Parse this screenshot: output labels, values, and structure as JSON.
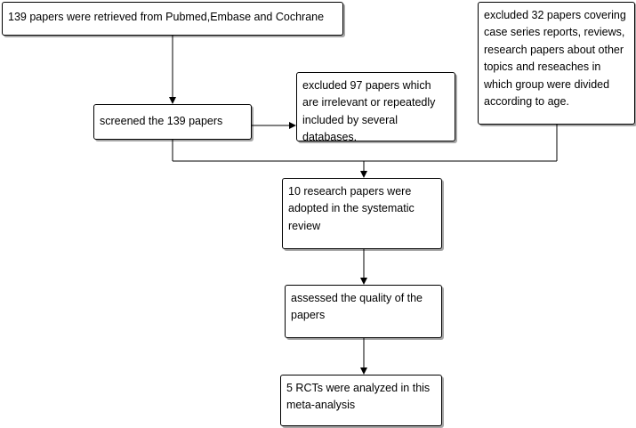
{
  "flowchart": {
    "boxes": [
      {
        "id": "retrieved",
        "text": "139 papers were retrieved from Pubmed,Embase and Cochrane"
      },
      {
        "id": "excluded_32",
        "text": "excluded 32 papers covering case series reports, reviews, research papers about other topics and reseaches in which group were divided according to age."
      },
      {
        "id": "excluded_97",
        "text": "excluded 97 papers which are irrelevant or repeatedly included by several databases."
      },
      {
        "id": "screened",
        "text": "screened the 139 papers"
      },
      {
        "id": "adopted",
        "text": "10 research papers were adopted in the systematic review"
      },
      {
        "id": "assessed",
        "text": "assessed the quality of the papers"
      },
      {
        "id": "analyzed",
        "text": "5 RCTs were analyzed in this meta-analysis"
      }
    ],
    "line_color": "#000000",
    "box_border_color": "#000000"
  }
}
